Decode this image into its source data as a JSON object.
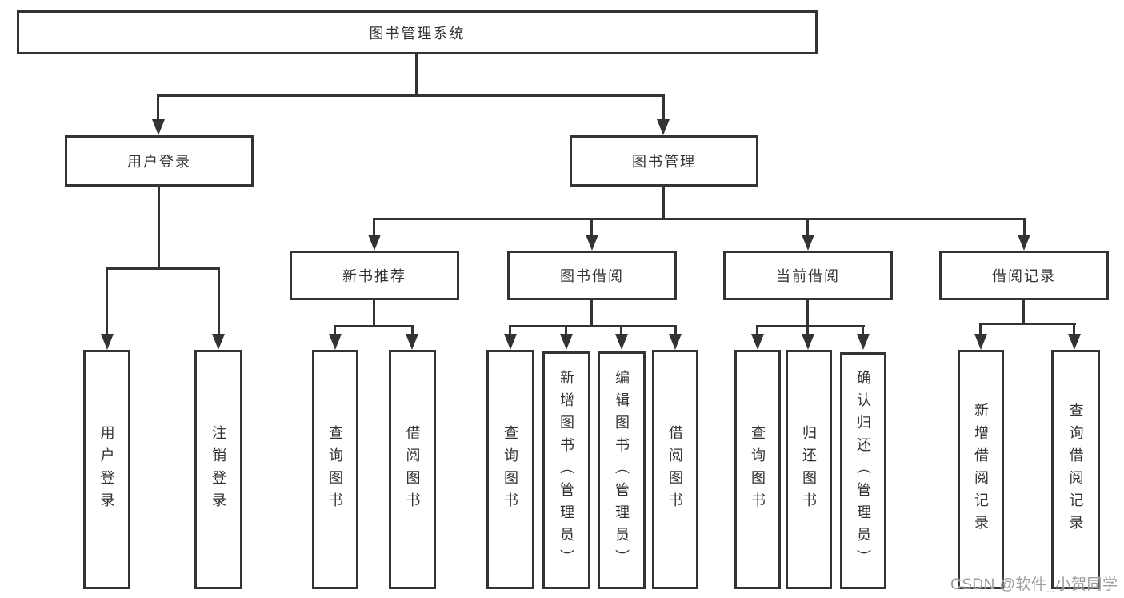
{
  "tree": {
    "label": "图书管理系统",
    "children": [
      {
        "label": "用户登录",
        "children": [
          {
            "label": "用户登录"
          },
          {
            "label": "注销登录"
          }
        ]
      },
      {
        "label": "图书管理",
        "children": [
          {
            "label": "新书推荐",
            "children": [
              {
                "label": "查询图书"
              },
              {
                "label": "借阅图书"
              }
            ]
          },
          {
            "label": "图书借阅",
            "children": [
              {
                "label": "查询图书"
              },
              {
                "label": "新增图书（管理员）"
              },
              {
                "label": "编辑图书（管理员）"
              },
              {
                "label": "借阅图书"
              }
            ]
          },
          {
            "label": "当前借阅",
            "children": [
              {
                "label": "查询图书"
              },
              {
                "label": "归还图书"
              },
              {
                "label": "确认归还（管理员）"
              }
            ]
          },
          {
            "label": "借阅记录",
            "children": [
              {
                "label": "新增借阅记录"
              },
              {
                "label": "查询借阅记录"
              }
            ]
          }
        ]
      }
    ]
  },
  "watermark": {
    "text": "CSDN @软件_小贺同学",
    "color": "#9c9c9c"
  },
  "colors": {
    "line": "#333333",
    "text": "#333333",
    "background": "#ffffff"
  }
}
